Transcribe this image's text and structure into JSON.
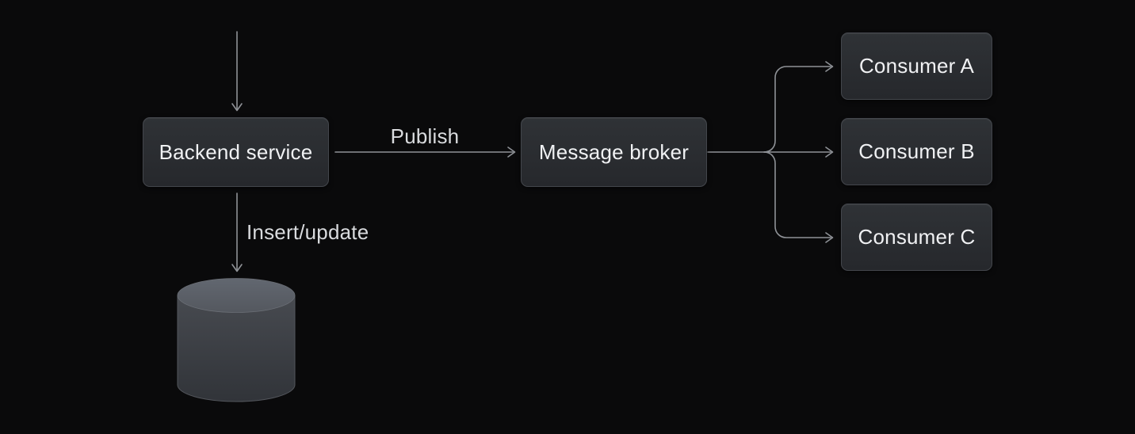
{
  "diagram": {
    "nodes": {
      "backend": {
        "label": "Backend service"
      },
      "broker": {
        "label": "Message broker"
      },
      "consumerA": {
        "label": "Consumer A"
      },
      "consumerB": {
        "label": "Consumer B"
      },
      "consumerC": {
        "label": "Consumer C"
      },
      "database": {
        "label": "",
        "shape": "cylinder"
      }
    },
    "edges": {
      "inbound": {
        "label": "",
        "from": "external",
        "to": "backend"
      },
      "publish": {
        "label": "Publish",
        "from": "backend",
        "to": "broker"
      },
      "insertUpdate": {
        "label": "Insert/update",
        "from": "backend",
        "to": "database"
      },
      "fanoutA": {
        "label": "",
        "from": "broker",
        "to": "consumerA"
      },
      "fanoutB": {
        "label": "",
        "from": "broker",
        "to": "consumerB"
      },
      "fanoutC": {
        "label": "",
        "from": "broker",
        "to": "consumerC"
      }
    },
    "colors": {
      "background": "#0a0a0b",
      "node_fill_top": "#2f3236",
      "node_fill_bottom": "#26282c",
      "node_border": "#43464c",
      "node_text": "#f0f1f3",
      "edge_label_text": "#d9dbde",
      "connector": "#8f9297",
      "cylinder_top": "#5c6067",
      "cylinder_body_top": "#474a50",
      "cylinder_body_bottom": "#313439"
    }
  }
}
